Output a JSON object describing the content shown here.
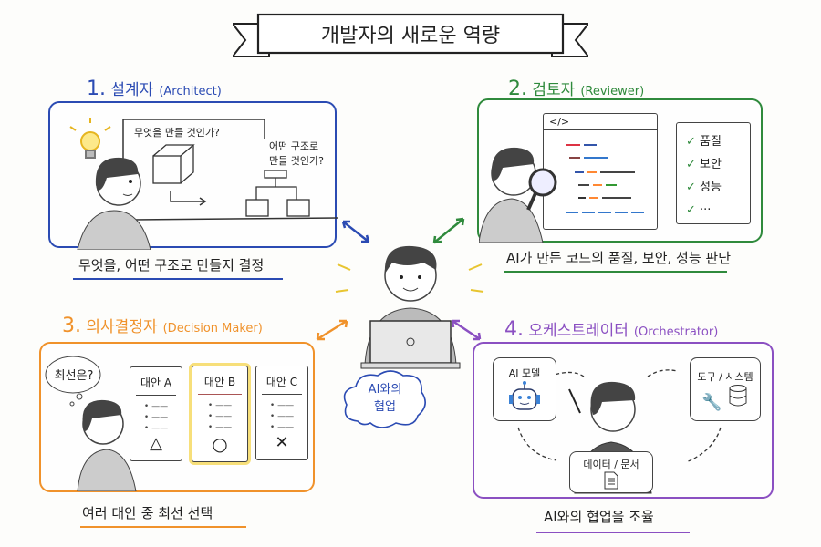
{
  "title": "개발자의 새로운 역량",
  "center": {
    "cloud_line1": "AI와의",
    "cloud_line2": "협업"
  },
  "colors": {
    "architect": "#2b4bb3",
    "reviewer": "#2f8a3c",
    "decision": "#f0922b",
    "orchestrator": "#8b50c2"
  },
  "panels": {
    "architect": {
      "number": "1.",
      "title": "설계자",
      "title_en": "(Architect)",
      "question1": "무엇을 만들 것인가?",
      "question2_line1": "어떤 구조로",
      "question2_line2": "만들 것인가?",
      "caption": "무엇을, 어떤 구조로 만들지 결정"
    },
    "reviewer": {
      "number": "2.",
      "title": "검토자",
      "title_en": "(Reviewer)",
      "code_tag": "</>",
      "checklist": [
        "품질",
        "보안",
        "성능",
        "···"
      ],
      "caption": "AI가 만든 코드의 품질, 보안, 성능 판단"
    },
    "decision": {
      "number": "3.",
      "title": "의사결정자",
      "title_en": "(Decision Maker)",
      "thought": "최선은?",
      "options": [
        {
          "label": "대안 A",
          "mark": "△"
        },
        {
          "label": "대안 B",
          "mark": "○"
        },
        {
          "label": "대안 C",
          "mark": "✕"
        }
      ],
      "caption": "여러 대안 중 최선 선택"
    },
    "orchestrator": {
      "number": "4.",
      "title": "오케스트레이터",
      "title_en": "(Orchestrator)",
      "ai_model": "AI 모델",
      "tools": "도구 / 시스템",
      "data": "데이터 / 문서",
      "caption": "AI와의 협업을 조율"
    }
  }
}
